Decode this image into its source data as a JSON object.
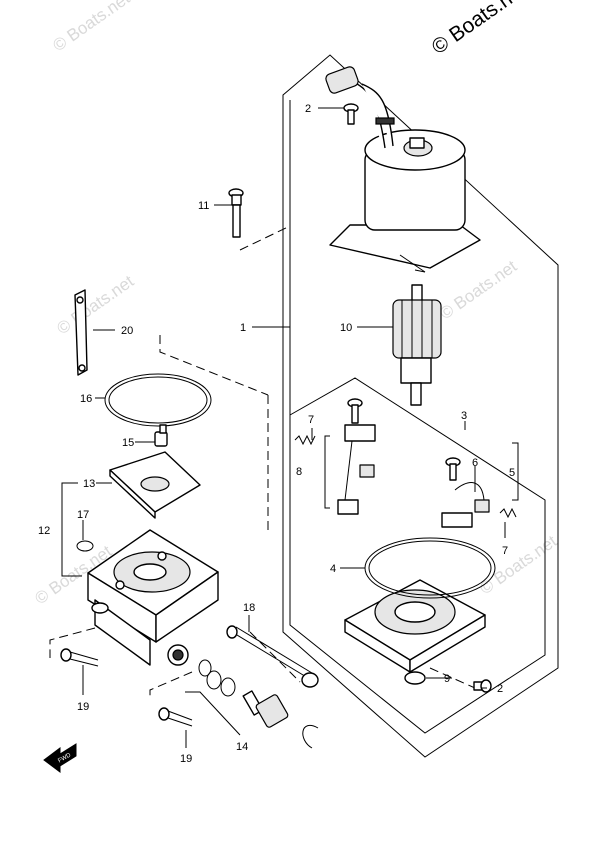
{
  "copyright": "© Boats.n",
  "watermark": "© Boats.net",
  "callouts": [
    "1",
    "2",
    "2",
    "3",
    "4",
    "5",
    "6",
    "7",
    "7",
    "8",
    "9",
    "10",
    "11",
    "12",
    "13",
    "14",
    "15",
    "16",
    "17",
    "18",
    "19",
    "19",
    "20"
  ],
  "direction_label": "FWD",
  "colors": {
    "line": "#000000",
    "watermark": "#d9d9d9",
    "background": "#ffffff"
  }
}
